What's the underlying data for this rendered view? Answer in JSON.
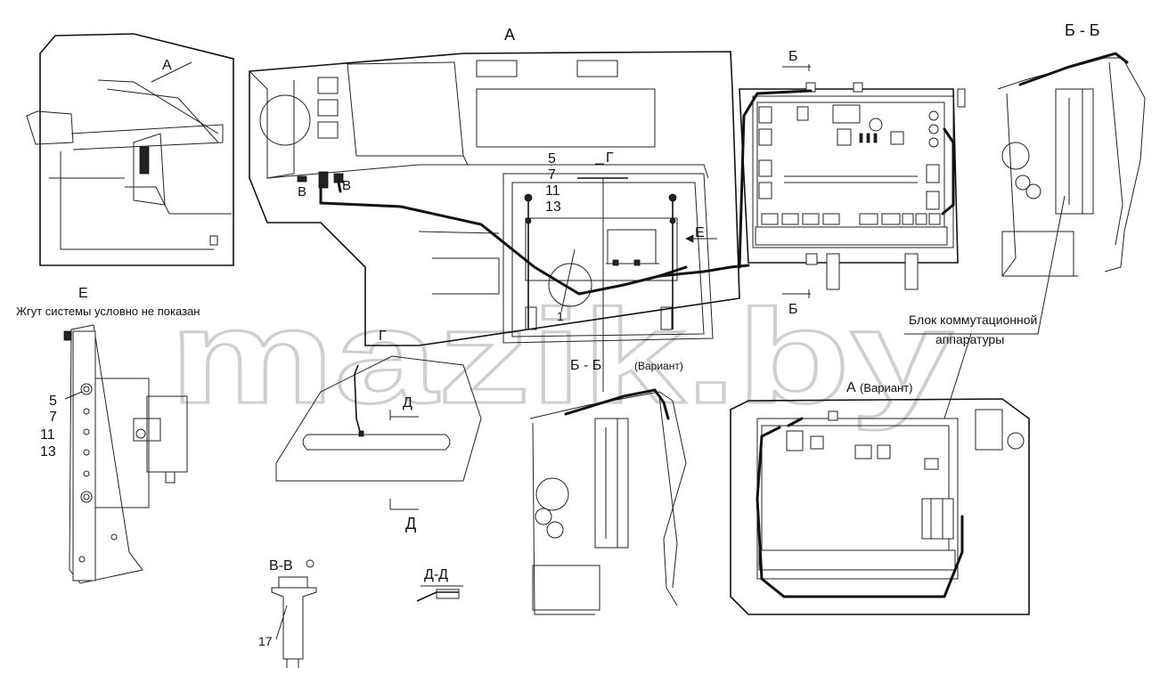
{
  "labels": {
    "view_a": "А",
    "view_a_arrow": "А",
    "view_bb": "Б - Б",
    "section_b_top": "Б",
    "section_b_bottom": "Б",
    "g_top": "Г",
    "g_mid": "Г",
    "e_arrow": "Е",
    "e_view": "Е",
    "v_left": "В",
    "v_right": "В",
    "d_top": "Д",
    "d_bottom": "Д",
    "vv_view": "В-В",
    "dd_view": "Д-Д",
    "bb_variant": "Б - Б",
    "variant_suffix": "(Вариант)",
    "a_variant": "А",
    "a_variant_suffix": "(Вариант)",
    "harness_note": "Жгут системы условно не показан",
    "block_line1": "Блок коммутационной",
    "block_line2": "аппаратуры",
    "pos_5": "5",
    "pos_7": "7",
    "pos_11": "11",
    "pos_13": "13",
    "pos_1": "1",
    "pos_e_5": "5",
    "pos_e_7": "7",
    "pos_e_11": "11",
    "pos_e_13": "13",
    "pos_17": "17",
    "watermark": "mazik.by"
  }
}
